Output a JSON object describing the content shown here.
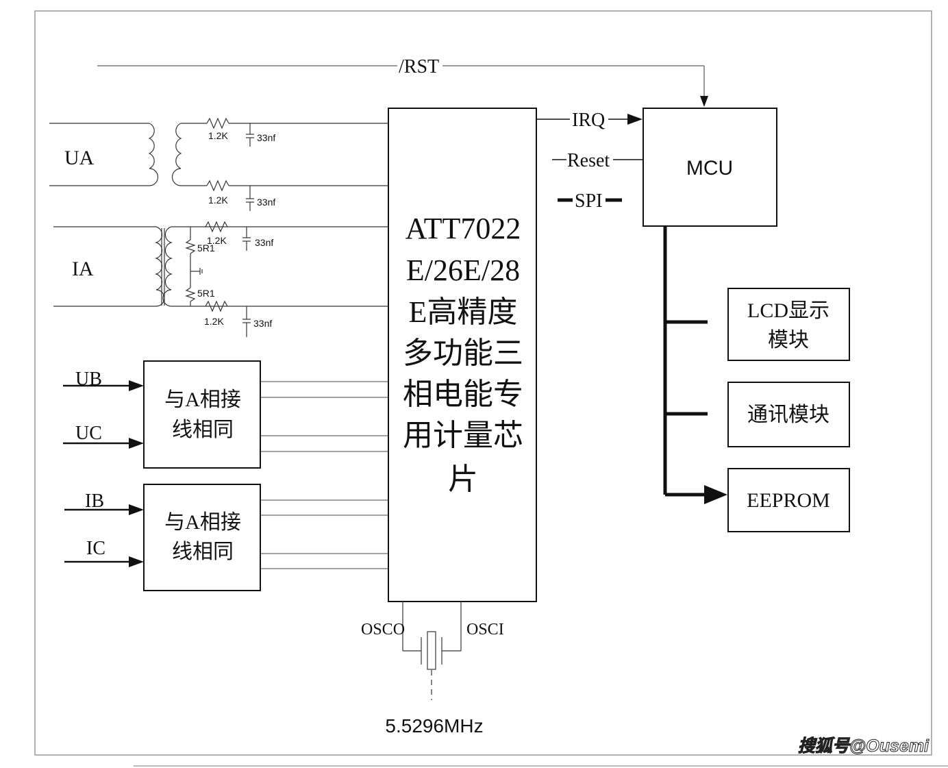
{
  "labels": {
    "rst": "/RST",
    "irq": "IRQ",
    "reset": "Reset",
    "spi": "SPI",
    "mcu": "MCU",
    "chip_lines": [
      "ATT7022",
      "E/26E/28",
      "E高精度",
      "多功能三",
      "相电能专",
      "用计量芯",
      "片"
    ],
    "ua": "UA",
    "ia": "IA",
    "ub": "UB",
    "uc": "UC",
    "ib": "IB",
    "ic": "IC",
    "same_block_1": [
      "与A相接",
      "线相同"
    ],
    "same_block_2": [
      "与A相接",
      "线相同"
    ],
    "lcd": [
      "LCD显示",
      "模块"
    ],
    "comm": "通讯模块",
    "eeprom": "EEPROM",
    "osco": "OSCO",
    "osci": "OSCI",
    "crystal": "5.5296MHz",
    "r_12k": "1.2K",
    "cap_33nf": "33nf",
    "r_5r1": "5R1"
  },
  "watermark": "搜狐号@Ousemi"
}
